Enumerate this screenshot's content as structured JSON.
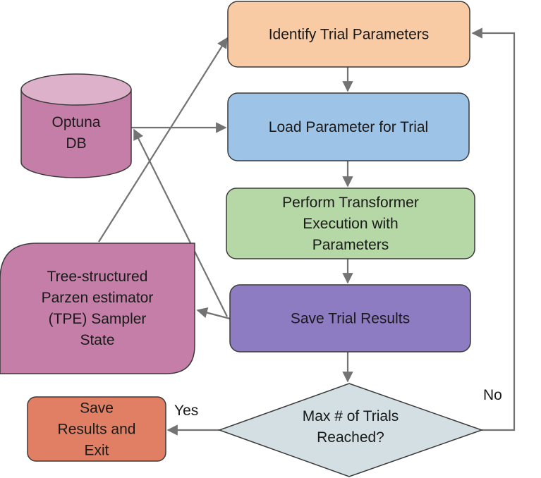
{
  "nodes": {
    "identify": {
      "lines": [
        "Identify Trial Parameters"
      ],
      "fill": "#F8CBA4",
      "stroke": "#3a3a3a"
    },
    "load": {
      "lines": [
        "Load Parameter for Trial"
      ],
      "fill": "#9DC3E6",
      "stroke": "#3a3a3a"
    },
    "perform": {
      "lines": [
        "Perform Transformer",
        "Execution with",
        "Parameters"
      ],
      "fill": "#B6D8A7",
      "stroke": "#3a3a3a"
    },
    "save_results": {
      "lines": [
        "Save Trial Results"
      ],
      "fill": "#8E7CC3",
      "stroke": "#3a3a3a"
    },
    "decision": {
      "lines": [
        "Max # of Trials",
        "Reached?"
      ],
      "fill": "#D3DFE3",
      "stroke": "#3a3a3a"
    },
    "exit": {
      "lines": [
        "Save",
        "Results and",
        "Exit"
      ],
      "fill": "#E07F63",
      "stroke": "#3a3a3a"
    },
    "optuna_db": {
      "lines": [
        "Optuna",
        "DB"
      ],
      "fill": "#C57EA7",
      "top_fill": "#DDB1CA",
      "stroke": "#3a3a3a"
    },
    "tpe": {
      "lines": [
        "Tree-structured",
        "Parzen estimator",
        "(TPE) Sampler",
        "State"
      ],
      "fill": "#C57EA7",
      "stroke": "#3a3a3a"
    }
  },
  "edge_labels": {
    "yes": "Yes",
    "no": "No"
  },
  "edge_color": "#737373"
}
